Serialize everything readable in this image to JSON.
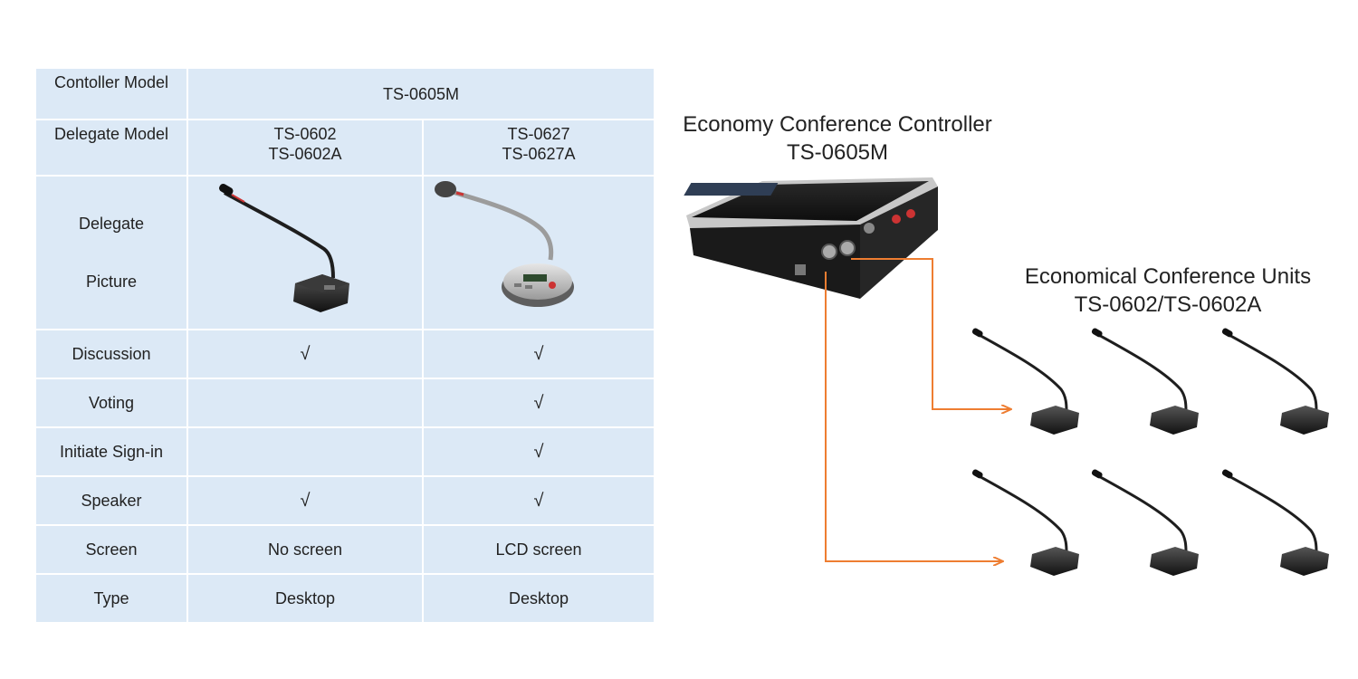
{
  "table": {
    "controller_label": "Contoller Model",
    "controller_value": "TS-0605M",
    "delegate_label": "Delegate Model",
    "delegate_models": [
      [
        "TS-0602",
        "TS-0602A"
      ],
      [
        "TS-0627",
        "TS-0627A"
      ]
    ],
    "picture_label": [
      "Delegate",
      "Picture"
    ],
    "rows": [
      {
        "label": "Discussion",
        "values": [
          "√",
          "√"
        ]
      },
      {
        "label": "Voting",
        "values": [
          "",
          "√"
        ]
      },
      {
        "label": "Initiate Sign-in",
        "values": [
          "",
          "√"
        ]
      },
      {
        "label": "Speaker",
        "values": [
          "√",
          "√"
        ]
      },
      {
        "label": "Screen",
        "values": [
          "No screen",
          "LCD screen"
        ]
      },
      {
        "label": "Type",
        "values": [
          "Desktop",
          "Desktop"
        ]
      }
    ]
  },
  "diagram": {
    "controller_title": [
      "Economy Conference Controller",
      "TS-0605M"
    ],
    "units_title": [
      "Economical Conference Units",
      "TS-0602/TS-0602A"
    ],
    "link_color": "#ee7d31"
  }
}
